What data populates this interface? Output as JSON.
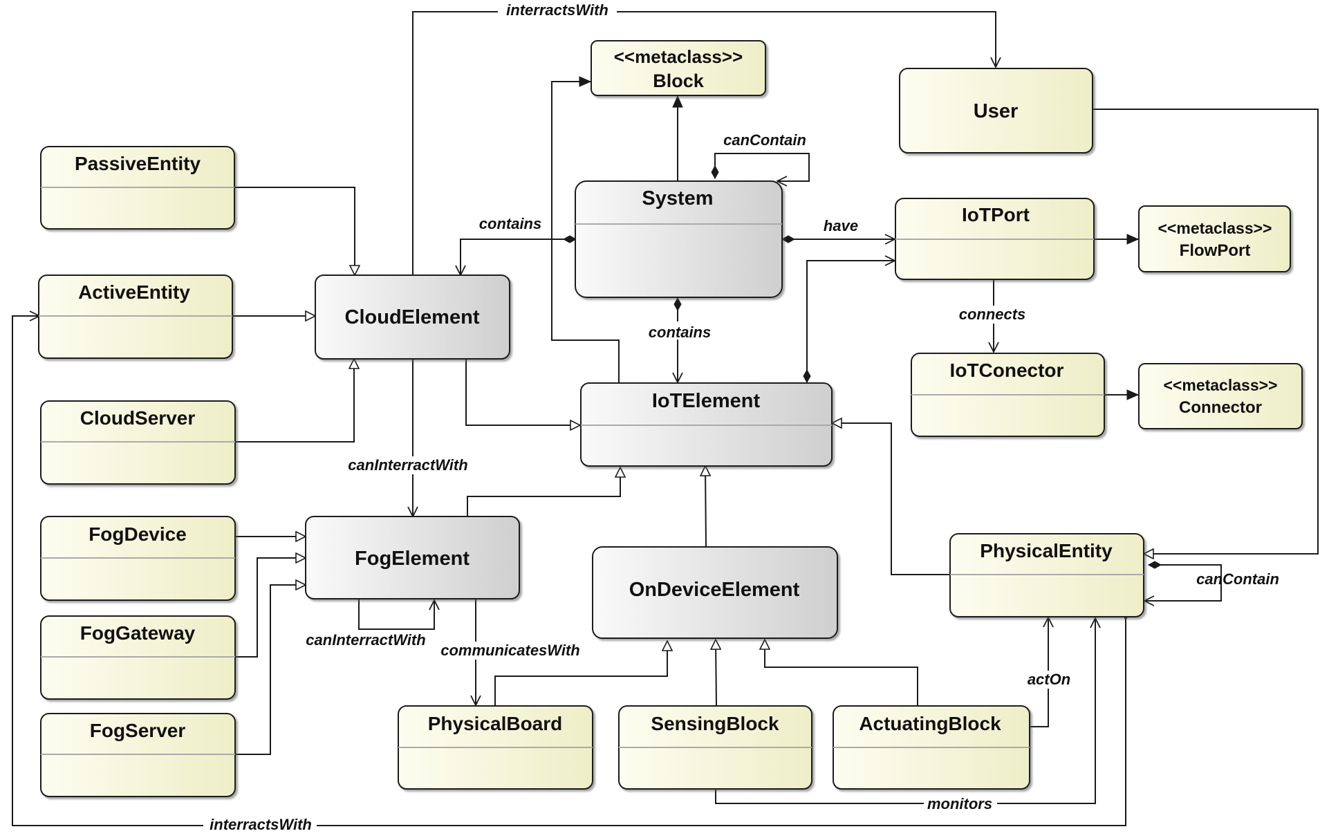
{
  "classes": {
    "block": {
      "stereotype": "<<metaclass>>",
      "name": "Block"
    },
    "user": {
      "name": "User"
    },
    "passive_entity": {
      "name": "PassiveEntity"
    },
    "active_entity": {
      "name": "ActiveEntity"
    },
    "cloud_element": {
      "name": "CloudElement"
    },
    "cloud_server": {
      "name": "CloudServer"
    },
    "system": {
      "name": "System"
    },
    "iot_port": {
      "name": "IoTPort"
    },
    "flow_port": {
      "stereotype": "<<metaclass>>",
      "name": "FlowPort"
    },
    "iot_conector": {
      "name": "IoTConector"
    },
    "connector": {
      "stereotype": "<<metaclass>>",
      "name": "Connector"
    },
    "iot_element": {
      "name": "IoTElement"
    },
    "fog_device": {
      "name": "FogDevice"
    },
    "fog_element": {
      "name": "FogElement"
    },
    "fog_gateway": {
      "name": "FogGateway"
    },
    "fog_server": {
      "name": "FogServer"
    },
    "on_device_element": {
      "name": "OnDeviceElement"
    },
    "physical_entity": {
      "name": "PhysicalEntity"
    },
    "physical_board": {
      "name": "PhysicalBoard"
    },
    "sensing_block": {
      "name": "SensingBlock"
    },
    "actuating_block": {
      "name": "ActuatingBlock"
    }
  },
  "relations": {
    "interracts_with_top": "interractsWith",
    "can_contain_system": "canContain",
    "contains_cloud": "contains",
    "have": "have",
    "contains_iot": "contains",
    "connects": "connects",
    "can_interract_with_cloud_fog": "canInterractWith",
    "can_interract_with_fog_self": "canInterractWith",
    "communicates_with": "communicatesWith",
    "can_contain_physical": "canContain",
    "act_on": "actOn",
    "monitors": "monitors",
    "interracts_with_bottom": "interractsWith"
  },
  "colors": {
    "entity_fill_light": "#fdfdf0",
    "entity_fill_dark": "#eeeec8",
    "abstract_fill_light": "#fafafa",
    "abstract_fill_dark": "#cfcfcf",
    "stroke": "#1a1a1a"
  }
}
